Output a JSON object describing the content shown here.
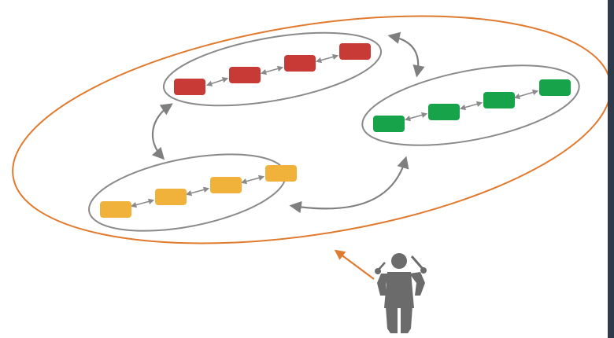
{
  "colors": {
    "outer_boundary": "#e07a2e",
    "group_outline": "#8a8a8a",
    "connector": "#7f7f7f",
    "red_node": "#c83a36",
    "green_node": "#16a34a",
    "yellow_node": "#f0b23a",
    "conductor": "#6b6b6b",
    "conductor_arrow": "#e07a2e",
    "edge_strip": "#2e3a47"
  },
  "diagram": {
    "outer_boundary": {
      "icon": "orange-ellipse"
    },
    "groups": [
      {
        "id": "red",
        "node_count": 4,
        "color_key": "red_node"
      },
      {
        "id": "green",
        "node_count": 4,
        "color_key": "green_node"
      },
      {
        "id": "yellow",
        "node_count": 4,
        "color_key": "yellow_node"
      }
    ],
    "group_links": [
      {
        "from": "red",
        "to": "green"
      },
      {
        "from": "red",
        "to": "yellow"
      },
      {
        "from": "yellow",
        "to": "green"
      }
    ],
    "conductor": {
      "icon": "conductor-figure-icon"
    }
  }
}
